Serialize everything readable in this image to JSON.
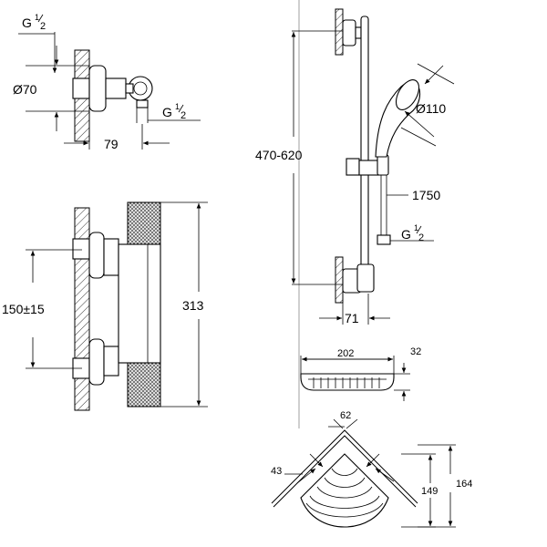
{
  "dimensions": {
    "thread_top_g": "G",
    "thread_top_num": "1",
    "thread_top_den": "2",
    "diameter_70": "Ø70",
    "thread_mid_g": "G",
    "thread_mid_num": "1",
    "thread_mid_den": "2",
    "depth_79": "79",
    "spacing_150": "150±15",
    "height_313": "313",
    "bar_470_620": "470-620",
    "diameter_110": "Ø110",
    "hose_1750": "1750",
    "thread_hose_g": "G",
    "thread_hose_num": "1",
    "thread_hose_den": "2",
    "offset_71": "71",
    "shelf_202": "202",
    "shelf_32": "32",
    "corner_62": "62",
    "corner_43": "43",
    "corner_149": "149",
    "corner_164": "164"
  },
  "colors": {
    "line": "#000000",
    "background": "#ffffff",
    "divider": "#888888"
  }
}
